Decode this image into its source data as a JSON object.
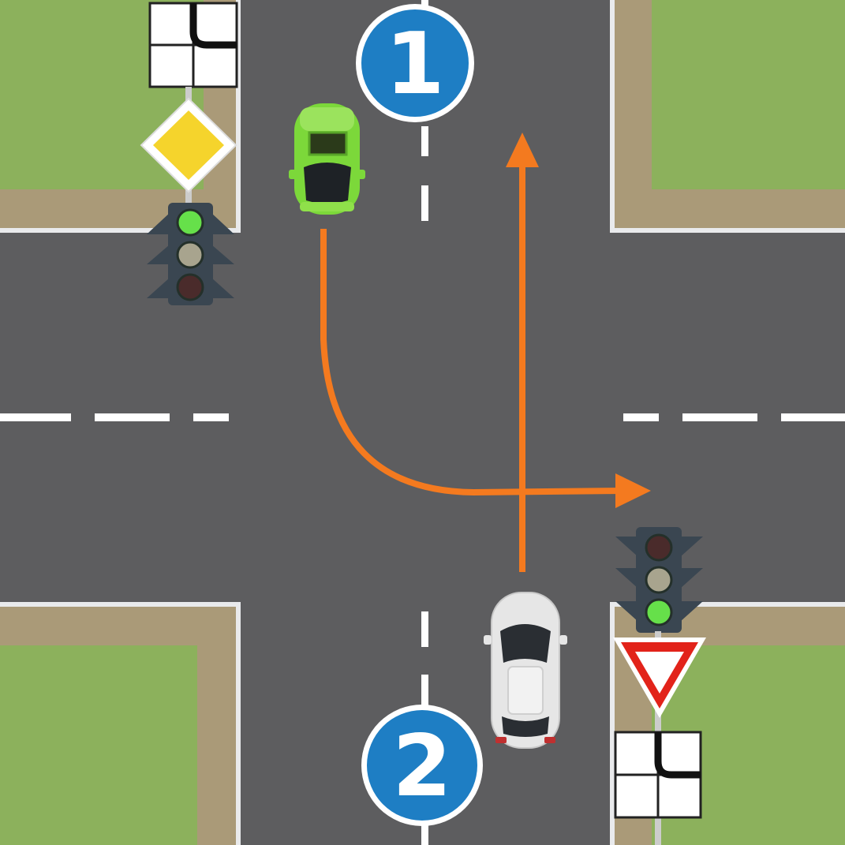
{
  "colors": {
    "grass": "#8cb15c",
    "sidewalk": "#aa9a78",
    "road": "#5d5d5f",
    "curb": "#e9eaec",
    "lane_marking": "#ffffff",
    "path_arrow": "#f47a1f",
    "badge_fill": "#1e7ec4",
    "badge_ring": "#ffffff",
    "green_car": "#7cd83a",
    "white_car": "#e6e6e6",
    "light_housing": "#3a4651",
    "light_green": "#66e04a",
    "light_off": "#a8a48e",
    "light_red": "#4a2b2b",
    "priority_sign": "#f5d42c",
    "yield_red": "#e2231a"
  },
  "vehicles": [
    {
      "id": "1",
      "label": "1",
      "color_name": "green-car",
      "maneuver": "left-turn"
    },
    {
      "id": "2",
      "label": "2",
      "color_name": "white-car",
      "maneuver": "straight"
    }
  ],
  "signs": {
    "top_left": [
      "main-road-direction-plate",
      "priority-road-sign",
      "traffic-light"
    ],
    "bottom_right": [
      "traffic-light",
      "yield-sign",
      "main-road-direction-plate"
    ]
  },
  "traffic_lights": {
    "top_left_state": "green",
    "bottom_right_state": "green"
  }
}
